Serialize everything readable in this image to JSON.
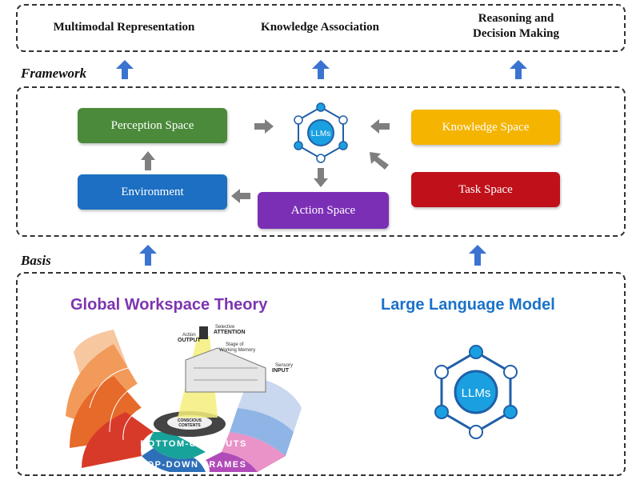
{
  "top_labels": {
    "multimodal": "Multimodal Representation",
    "knowledge_assoc": "Knowledge Association",
    "reasoning_line1": "Reasoning and",
    "reasoning_line2": "Decision Making"
  },
  "sections": {
    "framework": "Framework",
    "basis": "Basis"
  },
  "framework_boxes": {
    "perception": "Perception Space",
    "environment": "Environment",
    "action": "Action Space",
    "knowledge": "Knowledge Space",
    "task": "Task Space"
  },
  "hub_label": "LLMs",
  "basis": {
    "gwt_title": "Global Workspace Theory",
    "llm_title": "Large Language Model",
    "llm_hub_label": "LLMs",
    "theater": {
      "action_output_line1": "Action",
      "action_output_line2": "OUTPUT",
      "selective_line1": "Selective",
      "selective_line2": "ATTENTION",
      "stage_line1": "Stage of",
      "stage_line2": "Working Memory",
      "sensory_line1": "Sensory",
      "sensory_line2": "INPUT",
      "conscious_line1": "CONSCIOUS",
      "conscious_line2": "CONTENTS",
      "bottom_up": "BOTTOM-UP INPUTS",
      "top_down": "TOP-DOWN FRAMES"
    }
  },
  "colors": {
    "perception": "#4a8a3a",
    "environment": "#1c6fc2",
    "action": "#7b2fb5",
    "knowledge": "#f4b400",
    "task": "#c0111a",
    "arrow_blue": "#3b73d1",
    "arrow_gray": "#7f7f7f",
    "gwt_title": "#7d35b0",
    "llm_title": "#1a73c9",
    "hub_blue": "#1aa0e0"
  }
}
